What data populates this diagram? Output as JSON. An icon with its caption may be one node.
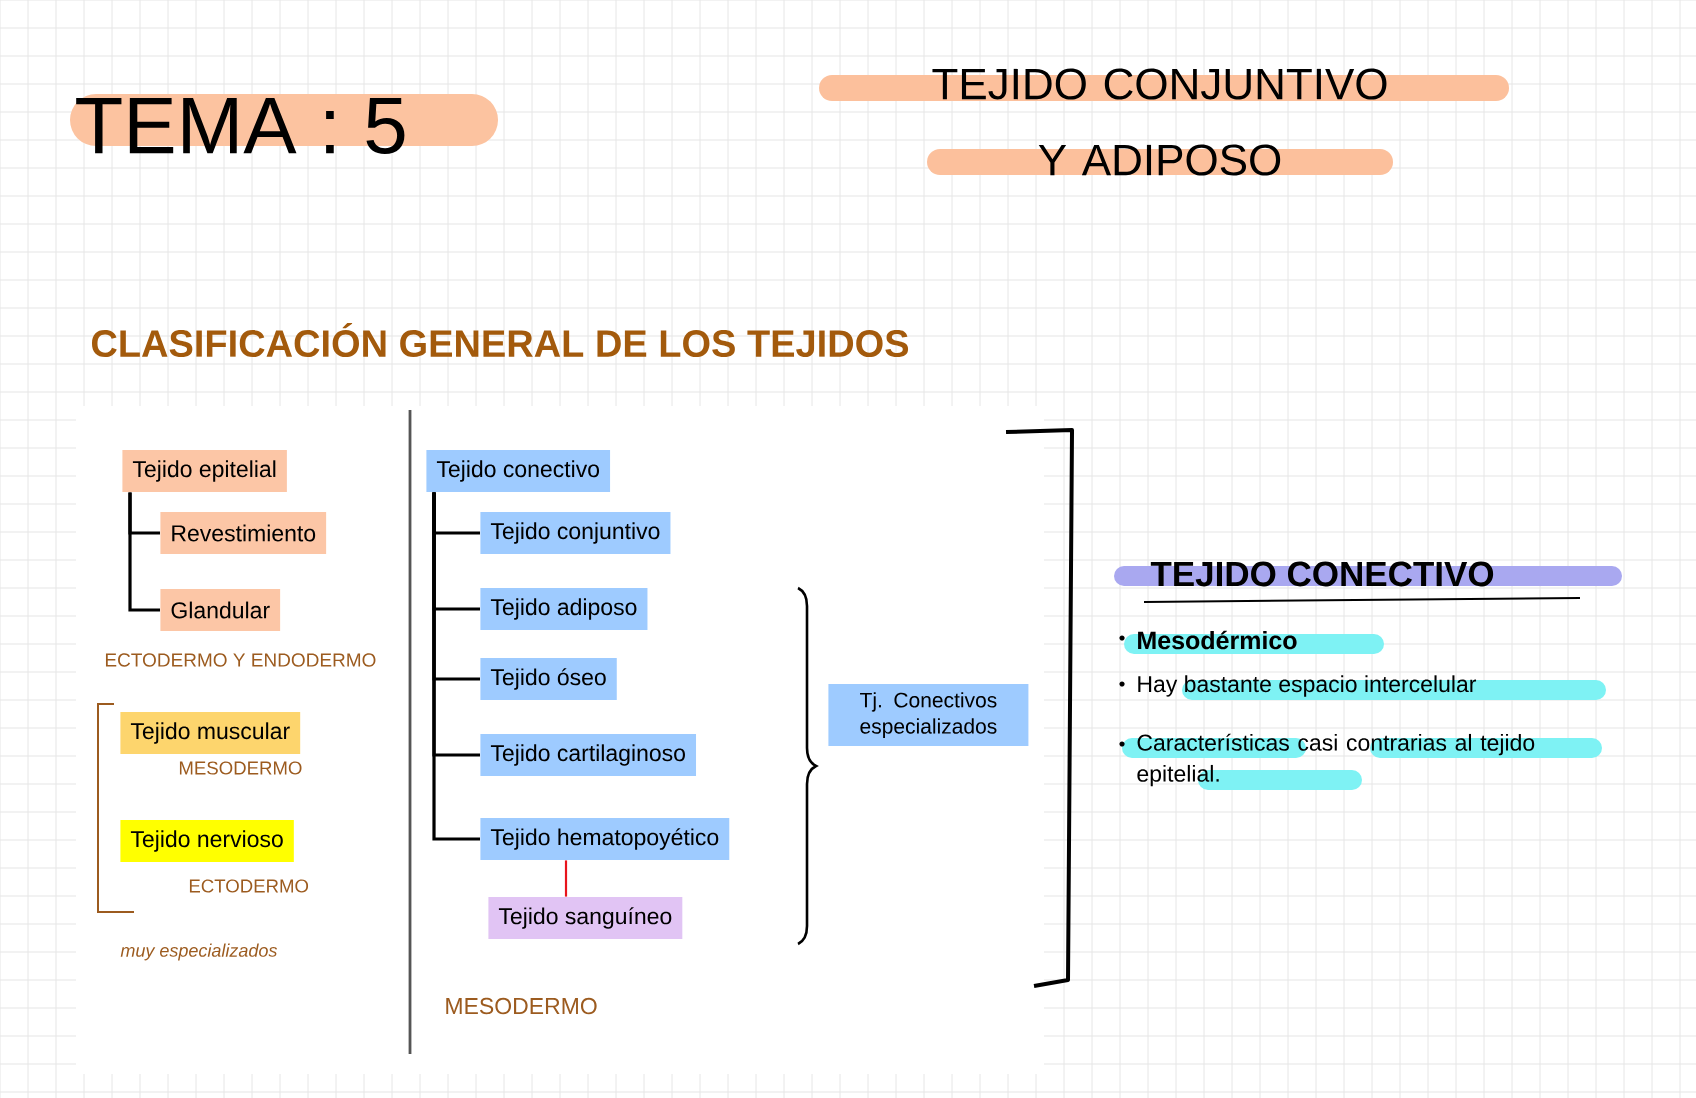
{
  "diagram": {
    "title": "TEMA : 5",
    "nodes": [
      {
        "text": [
          "Tejido epitelial"
        ]
      },
      {
        "text": [
          "Revestimiento"
        ]
      },
      {
        "text": [
          "Glandular"
        ]
      },
      {
        "text": [
          "Tejido muscular"
        ],
        "beside": [
          "MESODERMO"
        ]
      },
      {
        "text": [
          "Tejido nervioso"
        ],
        "beside": [
          "ECTODERMO"
        ]
      },
      {
        "text": [
          "Tejido conectivo"
        ]
      },
      {
        "text": [
          "Tejido conjuntivo"
        ]
      },
      {
        "text": [
          "Tejido adiposo"
        ]
      },
      {
        "text": [
          "Tejido óseo"
        ]
      },
      {
        "text": [
          "Tejido cartilaginoso"
        ]
      },
      {
        "text": [
          "Tejido hematopoyético"
        ]
      },
      {
        "text": [
          "Tejido sanguíneo"
        ]
      },
      {
        "text": [
          "Tj. Conectivos especializados"
        ]
      }
    ],
    "edges": [
      {
        "from": 0,
        "to": 1,
        "arrow": "none"
      },
      {
        "from": 0,
        "to": 2,
        "arrow": "none"
      },
      {
        "from": 5,
        "to": 6,
        "arrow": "none"
      },
      {
        "from": 5,
        "to": 7,
        "arrow": "none"
      },
      {
        "from": 5,
        "to": 8,
        "arrow": "none"
      },
      {
        "from": 5,
        "to": 9,
        "arrow": "none"
      },
      {
        "from": 5,
        "to": 10,
        "arrow": "none"
      },
      {
        "from": 10,
        "to": 11,
        "arrow": "none",
        "color": "#e8141c"
      }
    ],
    "labels": [
      "TEJIDO CONJUNTIVO Y ADIPOSO",
      "CLASIFICACIÓN GENERAL DE LOS TEJIDOS",
      "ECTODERMO Y ENDODERMO",
      "muy especializados",
      "MESODERMO",
      "TEJIDO CONECTIVO",
      "Mesodérmico",
      "Hay bastante espacio intercelular",
      "Características casi contrarias al tejido epitelial."
    ]
  }
}
